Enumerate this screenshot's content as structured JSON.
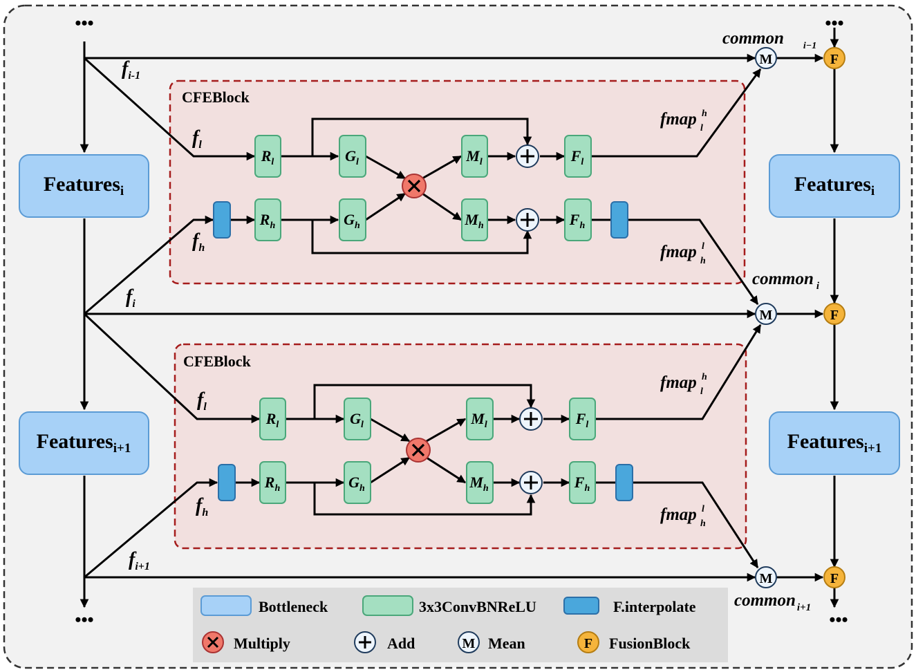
{
  "top_dots": "•••",
  "bottom_dots": "•••",
  "features_i": {
    "main": "Features",
    "sub": "i"
  },
  "features_i1": {
    "main": "Features",
    "sub": "i+1"
  },
  "cfe_block_label": "CFEBlock",
  "labels": {
    "f_prev": {
      "main": "f",
      "sub": "i-1"
    },
    "f_i": {
      "main": "f",
      "sub": "i"
    },
    "f_next": {
      "main": "f",
      "sub": "i+1"
    },
    "f_l": {
      "main": "f",
      "sub": "l"
    },
    "f_h": {
      "main": "f",
      "sub": "h"
    },
    "fmap_lh": {
      "main": "fmap",
      "sup": "h",
      "sub": "l"
    },
    "fmap_hl": {
      "main": "fmap",
      "sup": "l",
      "sub": "h"
    },
    "common_prev": {
      "main": "common",
      "sub": "i−1"
    },
    "common_i": {
      "main": "common",
      "sub": "i"
    },
    "common_next": {
      "main": "common",
      "sub": "i+1"
    }
  },
  "nodes": {
    "R_l": {
      "main": "R",
      "sub": "l"
    },
    "R_h": {
      "main": "R",
      "sub": "h"
    },
    "G_l": {
      "main": "G",
      "sub": "l"
    },
    "G_h": {
      "main": "G",
      "sub": "h"
    },
    "M_l": {
      "main": "M",
      "sub": "l"
    },
    "M_h": {
      "main": "M",
      "sub": "h"
    },
    "F_l": {
      "main": "F",
      "sub": "l"
    },
    "F_h": {
      "main": "F",
      "sub": "h"
    }
  },
  "ops": {
    "multiply": "×",
    "add": "+",
    "mean": "M",
    "fusion": "F"
  },
  "legend": {
    "bottleneck": "Bottleneck",
    "conv": "3x3ConvBNReLU",
    "interp": "F.interpolate",
    "multiply": "Multiply",
    "add": "Add",
    "mean": "Mean",
    "fusion": "FusionBlock"
  },
  "colors": {
    "background": "#f2f2f2",
    "cfe_fill": "#f2e0df",
    "cfe_border": "#a51c1c",
    "features_fill": "#a7d1f7",
    "features_border": "#5b9bd5",
    "conv_fill": "#a4dfc1",
    "conv_border": "#4aa77a",
    "interp_fill": "#4aa7dc",
    "interp_border": "#2b6fa8",
    "multiply_fill": "#f0786a",
    "fusion_fill": "#f5b43b",
    "add_fill": "#eef5fc",
    "legend_fill": "#dcdcdc"
  }
}
